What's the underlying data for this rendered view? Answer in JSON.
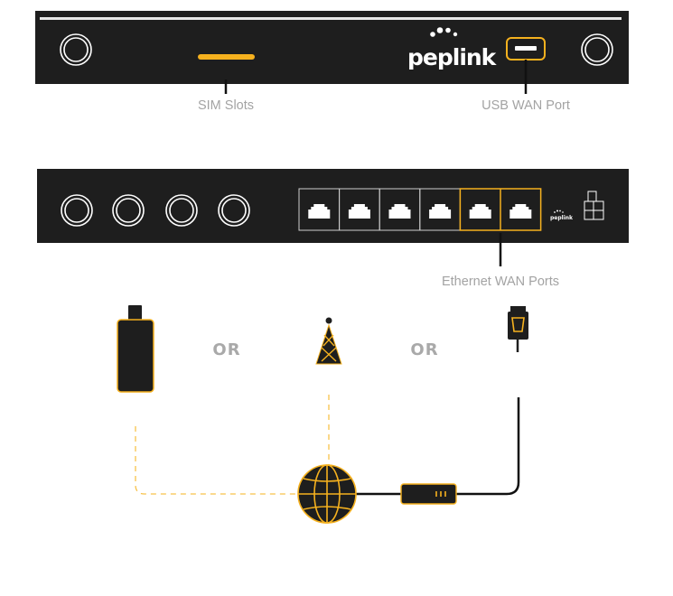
{
  "colors": {
    "panel": "#1e1e1e",
    "accent": "#f5b11e",
    "label": "#a3a3a3",
    "wire_dashed": "#f7c24a",
    "wire_solid": "#f5b11e"
  },
  "top_device": {
    "brand": "peplink",
    "sim_label": "SIM Slots",
    "usb_label": "USB WAN Port"
  },
  "bottom_device": {
    "brand": "peplink",
    "ethernet_label": "Ethernet WAN Ports",
    "ethernet_port_count": 6,
    "wan_ports_highlighted": 2
  },
  "connection_options": {
    "separator_1": "OR",
    "separator_2": "OR",
    "options": [
      "usb-modem-icon",
      "cell-tower-icon",
      "ethernet-plug-icon"
    ]
  },
  "internet": {
    "globe": "globe-icon",
    "modem": "modem-icon"
  }
}
